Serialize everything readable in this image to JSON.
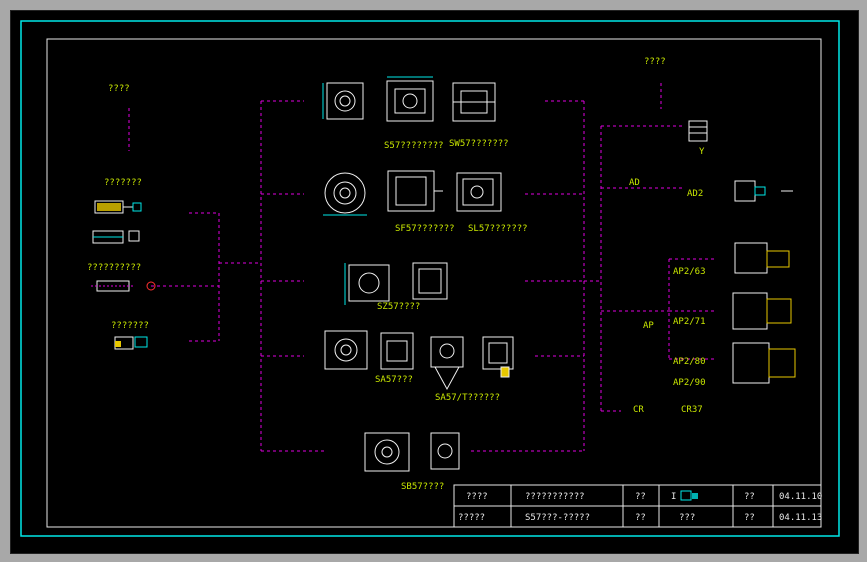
{
  "diagram": {
    "left_group_title": "????",
    "right_group_title": "????",
    "left_labels": [
      "???????",
      "??????????",
      "???????"
    ],
    "center_labels": {
      "row1a": "S57????????",
      "row1b": "SW57???????",
      "row2a": "SF57???????",
      "row2b": "SL57???????",
      "row3": "SZ57????",
      "row4a": "SA57???",
      "row4b": "SA57/T??????",
      "row5": "SB57????"
    },
    "right_labels": {
      "y": "Y",
      "ad": "AD",
      "ad2": "AD2",
      "ap": "AP",
      "ap63": "AP2/63",
      "ap71": "AP2/71",
      "ap80": "AP2/80",
      "ap90": "AP2/90",
      "cr": "CR",
      "cr37": "CR37"
    }
  },
  "title_block": {
    "row1": [
      "????",
      "???????????",
      "??",
      "",
      "??",
      "04.11.10"
    ],
    "row2": [
      "?????",
      "S57???-?????",
      "??",
      "???",
      "??",
      "04.11.13"
    ]
  },
  "colors": {
    "frame": "#00e8e8",
    "dash": "#e000e0",
    "label": "#c8e600",
    "part": "#f0f0f0"
  }
}
